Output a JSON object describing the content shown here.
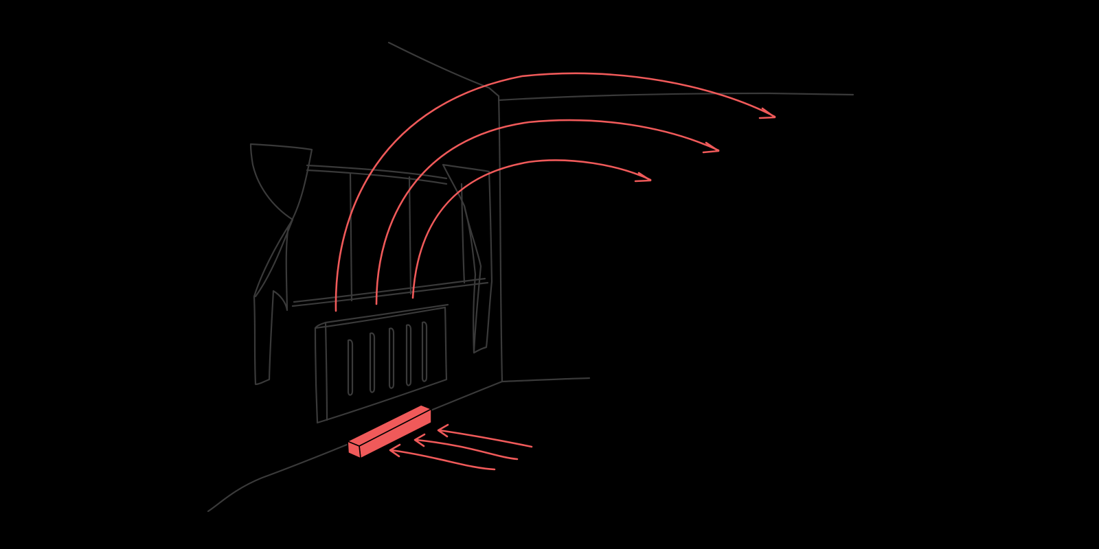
{
  "colors": {
    "background": "#000000",
    "line": "#3a3a3a",
    "accent": "#f05a5a"
  },
  "scene": {
    "elements": [
      "room-corner",
      "window-with-curtains",
      "radiator",
      "draught-excluder",
      "warm-air-arrows",
      "cold-draught-arrows"
    ]
  }
}
